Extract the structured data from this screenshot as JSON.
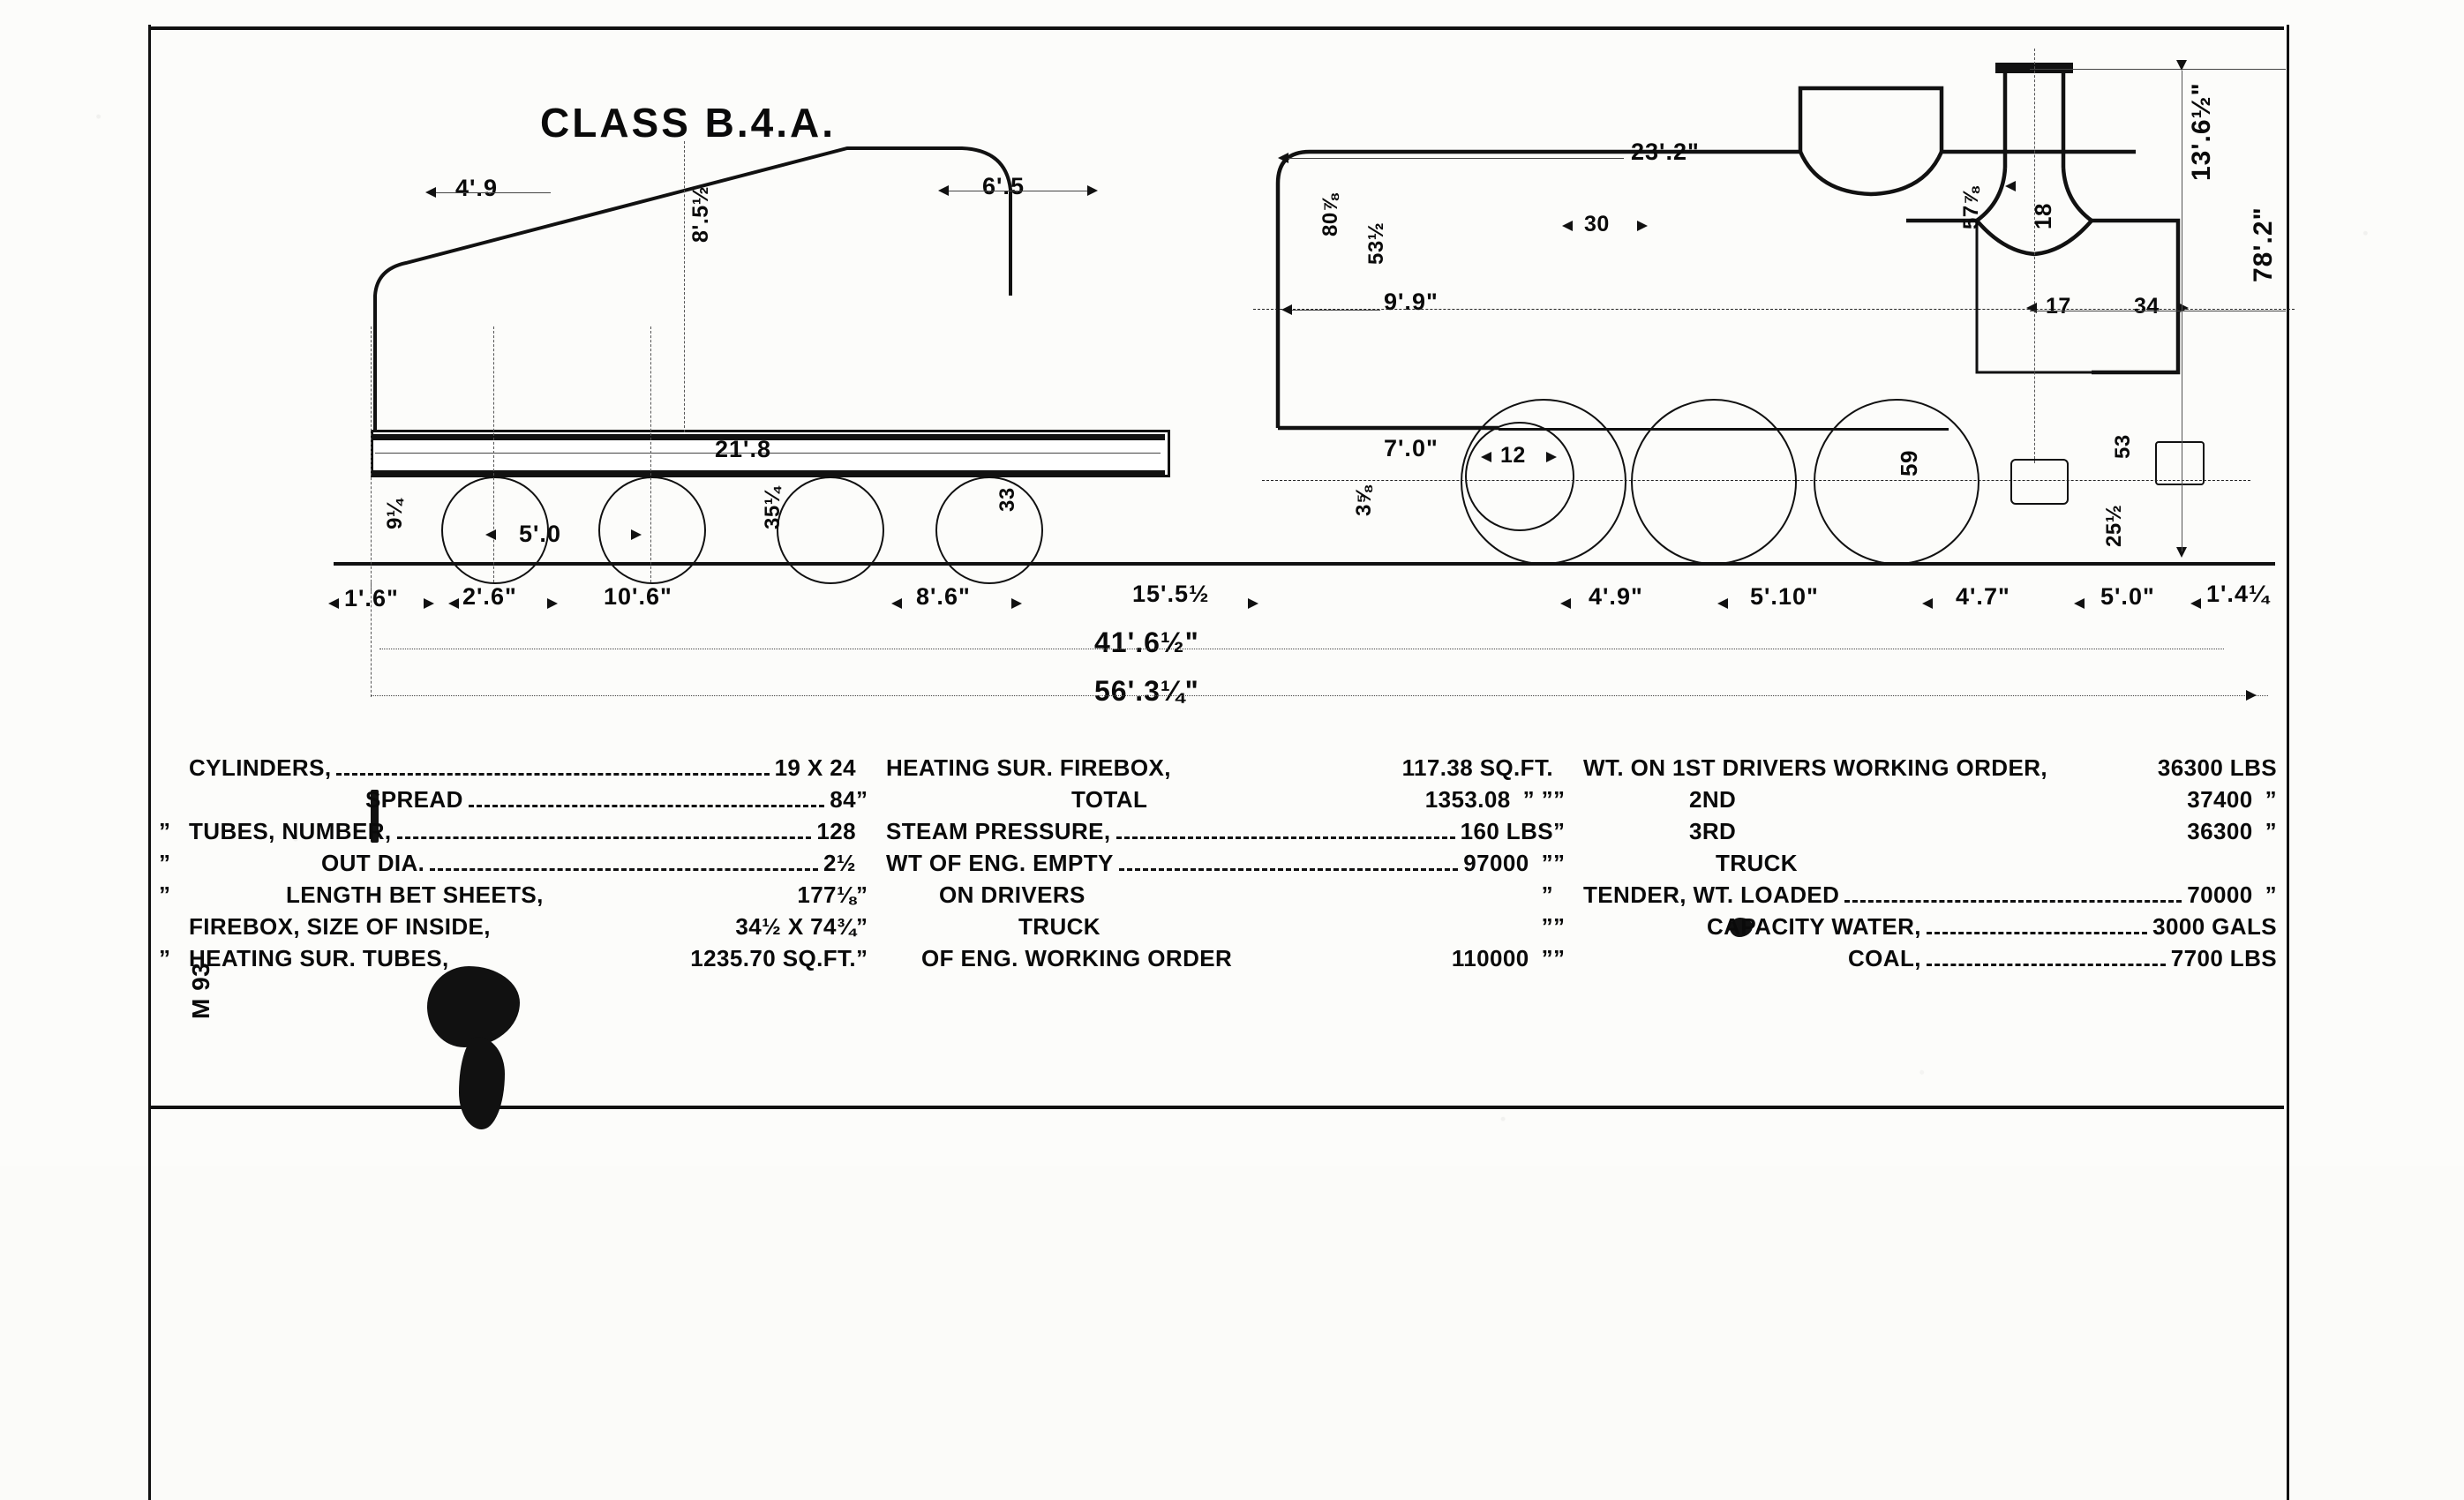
{
  "drawing": {
    "title": "CLASS B.4.A.",
    "margin_note": "M 93"
  },
  "dimensions": {
    "tender_front_overhang": "4'.9",
    "tender_coal_top": "6'.5",
    "tender_height_slope": "8'.5½",
    "tender_frame_len": "21'.8",
    "tender_wheelbase_spacing": "5'.0",
    "tender_wheel_dia": "33",
    "tender_frame_depth": "35¼",
    "tender_coupler_h": "9¼",
    "loco_overall": "23'.2\"",
    "dome_height": "30",
    "boiler_top_to_center": "9'.9\"",
    "boiler_center_h": "53½",
    "firebox_width": "7'.0\"",
    "smokebox_dia": "80⅞",
    "frame_bottom": "3⅝",
    "lead_truck_wheel": "12",
    "driver_dia": "59",
    "stack_dia": "18",
    "cab_to_stack": "17",
    "cab_width": "34",
    "boiler_center_height": "57⅞",
    "total_height": "13'.6½\"",
    "tender_center_h": "78'.2\"",
    "rear_box_a": "53",
    "rear_box_b": "25½",
    "base_1": "1'.6\"",
    "base_2": "2'.6\"",
    "base_3": "10'.6\"",
    "base_4": "8'.6\"",
    "base_5": "15'.5½",
    "base_6": "4'.9\"",
    "base_7": "5'.10\"",
    "base_8": "4'.7\"",
    "base_9": "5'.0\"",
    "base_10": "1'.4¼",
    "overall_engine": "41'.6½\"",
    "overall_total": "56'.3¼\""
  },
  "specs": {
    "column1": [
      {
        "label": "CYLINDERS,",
        "leader": true,
        "value": "19 X 24"
      },
      {
        "label": "SPREAD",
        "leader": true,
        "value": "84",
        "indent": 200
      },
      {
        "label": "TUBES, NUMBER,",
        "leader": true,
        "value": "128",
        "ditto": true
      },
      {
        "label": "OUT DIA.",
        "leader": true,
        "value": "2½",
        "indent": 150,
        "ditto": true
      },
      {
        "label": "LENGTH BET SHEETS,",
        "leader": false,
        "value": "177⅛",
        "indent": 110,
        "ditto": true
      },
      {
        "label": "FIREBOX, SIZE OF INSIDE,",
        "leader": false,
        "value": "34½ X 74¾"
      },
      {
        "label": "HEATING SUR. TUBES,",
        "leader": false,
        "value": "1235.70 SQ.FT.",
        "ditto": true
      }
    ],
    "column2": [
      {
        "label": "HEATING SUR. FIREBOX,",
        "leader": false,
        "value": "117.38 SQ.FT."
      },
      {
        "label": "TOTAL",
        "leader": false,
        "value": "1353.08",
        "unit": "” ”",
        "indent": 210,
        "ditto": true
      },
      {
        "label": "STEAM PRESSURE,",
        "leader": true,
        "value": "160 LBS"
      },
      {
        "label": "WT OF ENG. EMPTY",
        "leader": true,
        "value": "97000",
        "unit": "”"
      },
      {
        "label": "ON DRIVERS",
        "leader": false,
        "value": "",
        "unit": "”",
        "indent": 60,
        "ditto": true
      },
      {
        "label": "TRUCK",
        "leader": false,
        "value": "",
        "unit": "”",
        "indent": 150,
        "ditto": true
      },
      {
        "label": "OF ENG. WORKING ORDER",
        "leader": false,
        "value": "110000",
        "unit": "”",
        "indent": 40,
        "ditto": true
      }
    ],
    "column3": [
      {
        "label": "WT. ON 1ST DRIVERS WORKING ORDER,",
        "leader": false,
        "value": "36300 LBS"
      },
      {
        "label": "2ND",
        "leader": false,
        "value": "37400",
        "unit": "”",
        "indent": 120,
        "ditto": true
      },
      {
        "label": "3RD",
        "leader": false,
        "value": "36300",
        "unit": "”",
        "indent": 120,
        "ditto": true
      },
      {
        "label": "TRUCK",
        "leader": false,
        "value": "",
        "indent": 150,
        "ditto": true
      },
      {
        "label": "TENDER, WT. LOADED",
        "leader": true,
        "value": "70000",
        "unit": "”"
      },
      {
        "label": "CAPACITY WATER,",
        "leader": true,
        "value": "3000 GALS",
        "indent": 140,
        "ditto": true
      },
      {
        "label": "COAL,",
        "leader": true,
        "value": "7700 LBS",
        "indent": 300,
        "ditto": true
      }
    ]
  },
  "colors": {
    "ink": "#0a0a0a",
    "paper": "#fcfcfa"
  }
}
